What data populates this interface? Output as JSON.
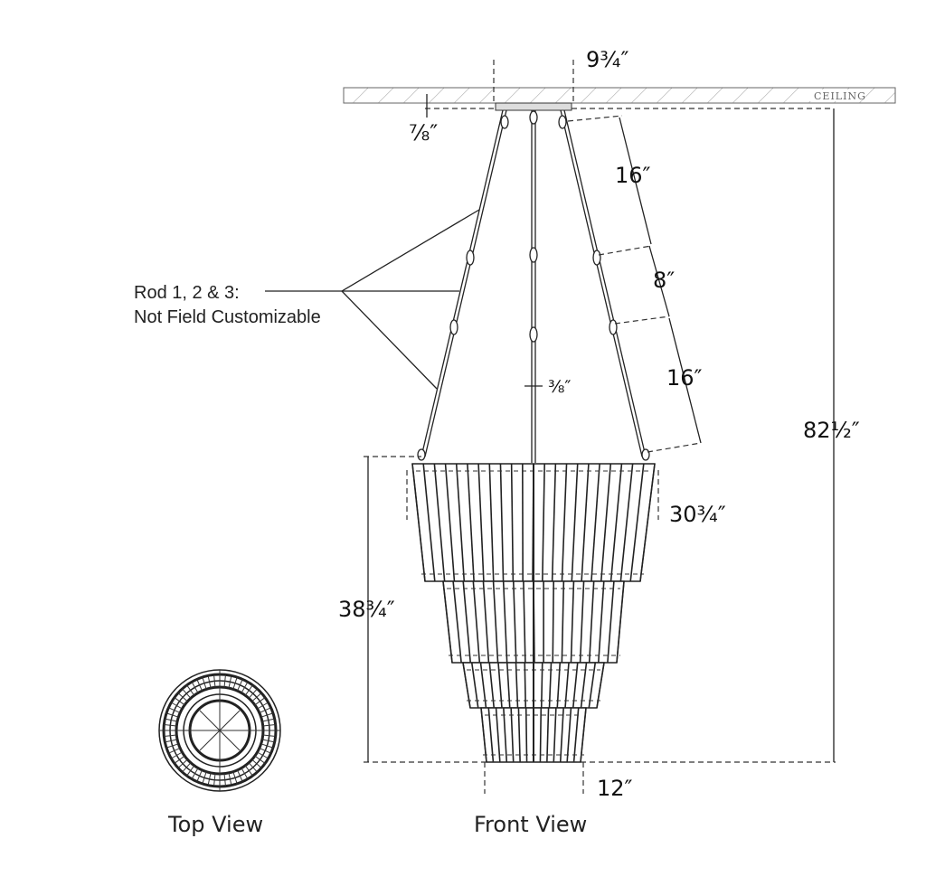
{
  "ceiling_label": "CEILING",
  "dimensions": {
    "canopy_width": "9¾″",
    "canopy_height": "⅞″",
    "rod_segment_1": "16″",
    "rod_segment_2": "8″",
    "rod_segment_3": "16″",
    "rod_diameter": "⅜″",
    "overall_height": "82½″",
    "fixture_width": "30¾″",
    "fixture_height": "38¾″",
    "bottom_width": "12″"
  },
  "callout": {
    "line1": "Rod 1, 2 & 3:",
    "line2": "Not Field Customizable"
  },
  "views": {
    "top": "Top View",
    "front": "Front View"
  }
}
